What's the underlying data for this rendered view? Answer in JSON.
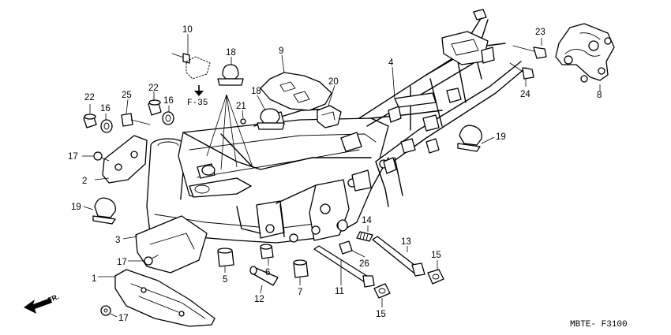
{
  "diagram": {
    "code": "MBTE- F3100",
    "reference": "F-35",
    "direction_label": "FR.",
    "callouts": [
      {
        "text": "1"
      },
      {
        "text": "2"
      },
      {
        "text": "3"
      },
      {
        "text": "4"
      },
      {
        "text": "5"
      },
      {
        "text": "6"
      },
      {
        "text": "7"
      },
      {
        "text": "8"
      },
      {
        "text": "9"
      },
      {
        "text": "10"
      },
      {
        "text": "11"
      },
      {
        "text": "12"
      },
      {
        "text": "13"
      },
      {
        "text": "14"
      },
      {
        "text": "15"
      },
      {
        "text": "15"
      },
      {
        "text": "16"
      },
      {
        "text": "16"
      },
      {
        "text": "17"
      },
      {
        "text": "17"
      },
      {
        "text": "17"
      },
      {
        "text": "18"
      },
      {
        "text": "18"
      },
      {
        "text": "19"
      },
      {
        "text": "19"
      },
      {
        "text": "20"
      },
      {
        "text": "21"
      },
      {
        "text": "22"
      },
      {
        "text": "22"
      },
      {
        "text": "23"
      },
      {
        "text": "24"
      },
      {
        "text": "25"
      },
      {
        "text": "26"
      }
    ]
  }
}
